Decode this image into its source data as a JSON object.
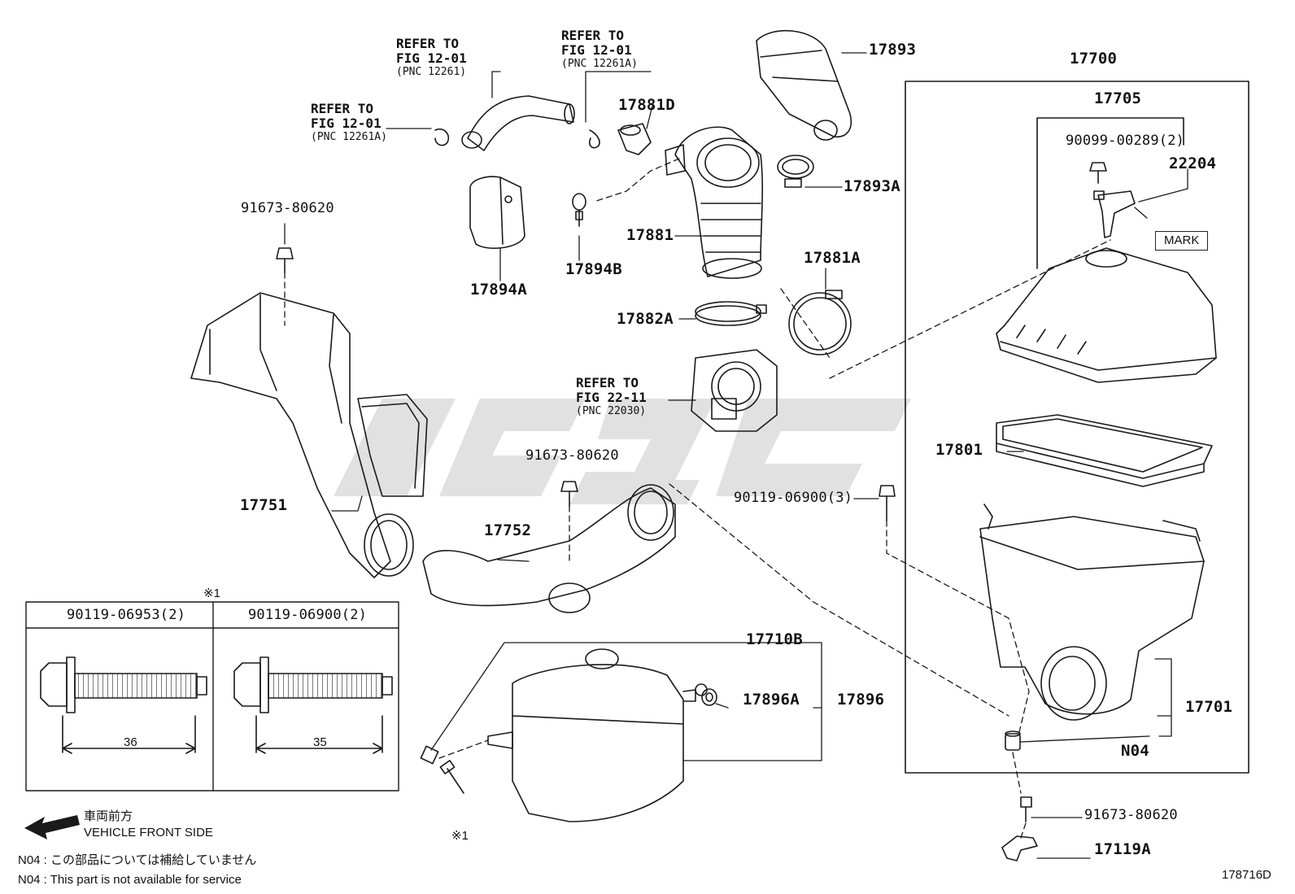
{
  "diagram": {
    "drawing_number": "178716D",
    "parts": {
      "p17893": "17893",
      "p17893A": "17893A",
      "p17881D": "17881D",
      "p17881": "17881",
      "p17881A": "17881A",
      "p17882A": "17882A",
      "p17894A": "17894A",
      "p17894B": "17894B",
      "p17751": "17751",
      "p17752": "17752",
      "p17700": "17700",
      "p17705": "17705",
      "p22204": "22204",
      "p17801": "17801",
      "p17701": "17701",
      "p17710B": "17710B",
      "p17896A": "17896A",
      "p17896": "17896",
      "p17119A": "17119A",
      "bolt_90099": "90099-00289(2)",
      "bolt_90119_3": "90119-06900(3)",
      "bolt_91673_a": "91673-80620",
      "bolt_91673_b": "91673-80620",
      "bolt_91673_c": "91673-80620",
      "n04": "N04"
    },
    "mark_label": "MARK",
    "refs": [
      {
        "l1": "REFER TO",
        "l2": "FIG 12-01",
        "l3": "(PNC 12261)"
      },
      {
        "l1": "REFER TO",
        "l2": "FIG 12-01",
        "l3": "(PNC 12261A)"
      },
      {
        "l1": "REFER TO",
        "l2": "FIG 12-01",
        "l3": "(PNC 12261A)"
      },
      {
        "l1": "REFER TO",
        "l2": "FIG 22-11",
        "l3": "(PNC 22030)"
      }
    ],
    "bolt_table": {
      "marker": "※1",
      "col1_header": "90119-06953(2)",
      "col2_header": "90119-06900(2)",
      "col1_length": "36",
      "col2_length": "35"
    },
    "marker_bottom": "※1",
    "front": {
      "jp": "車両前方",
      "en": "VEHICLE FRONT SIDE"
    },
    "notes": [
      "N04 : この部品については補給していません",
      "N04 : This part is not available for service"
    ]
  }
}
